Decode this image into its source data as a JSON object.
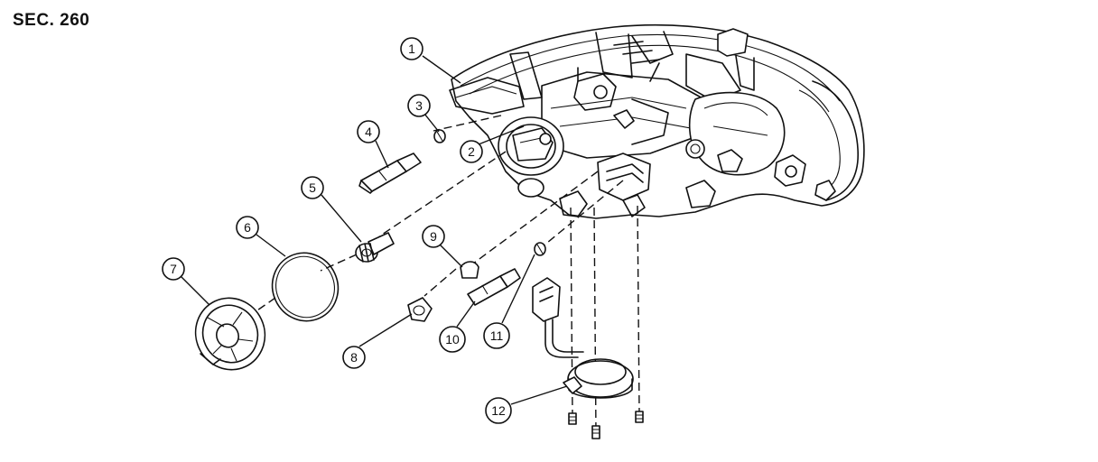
{
  "section_label": "SEC. 260",
  "callouts": [
    {
      "number": "1",
      "part": "headlamp-housing"
    },
    {
      "number": "2",
      "part": "bulb-socket-cap"
    },
    {
      "number": "3",
      "part": "small-bulb"
    },
    {
      "number": "4",
      "part": "bulb-socket"
    },
    {
      "number": "5",
      "part": "headlamp-bulb"
    },
    {
      "number": "6",
      "part": "o-ring"
    },
    {
      "number": "7",
      "part": "back-cover"
    },
    {
      "number": "8",
      "part": "bulb"
    },
    {
      "number": "9",
      "part": "cap"
    },
    {
      "number": "10",
      "part": "bulb-socket-lower"
    },
    {
      "number": "11",
      "part": "small-bulb-lower"
    },
    {
      "number": "12",
      "part": "harness-connector"
    }
  ]
}
